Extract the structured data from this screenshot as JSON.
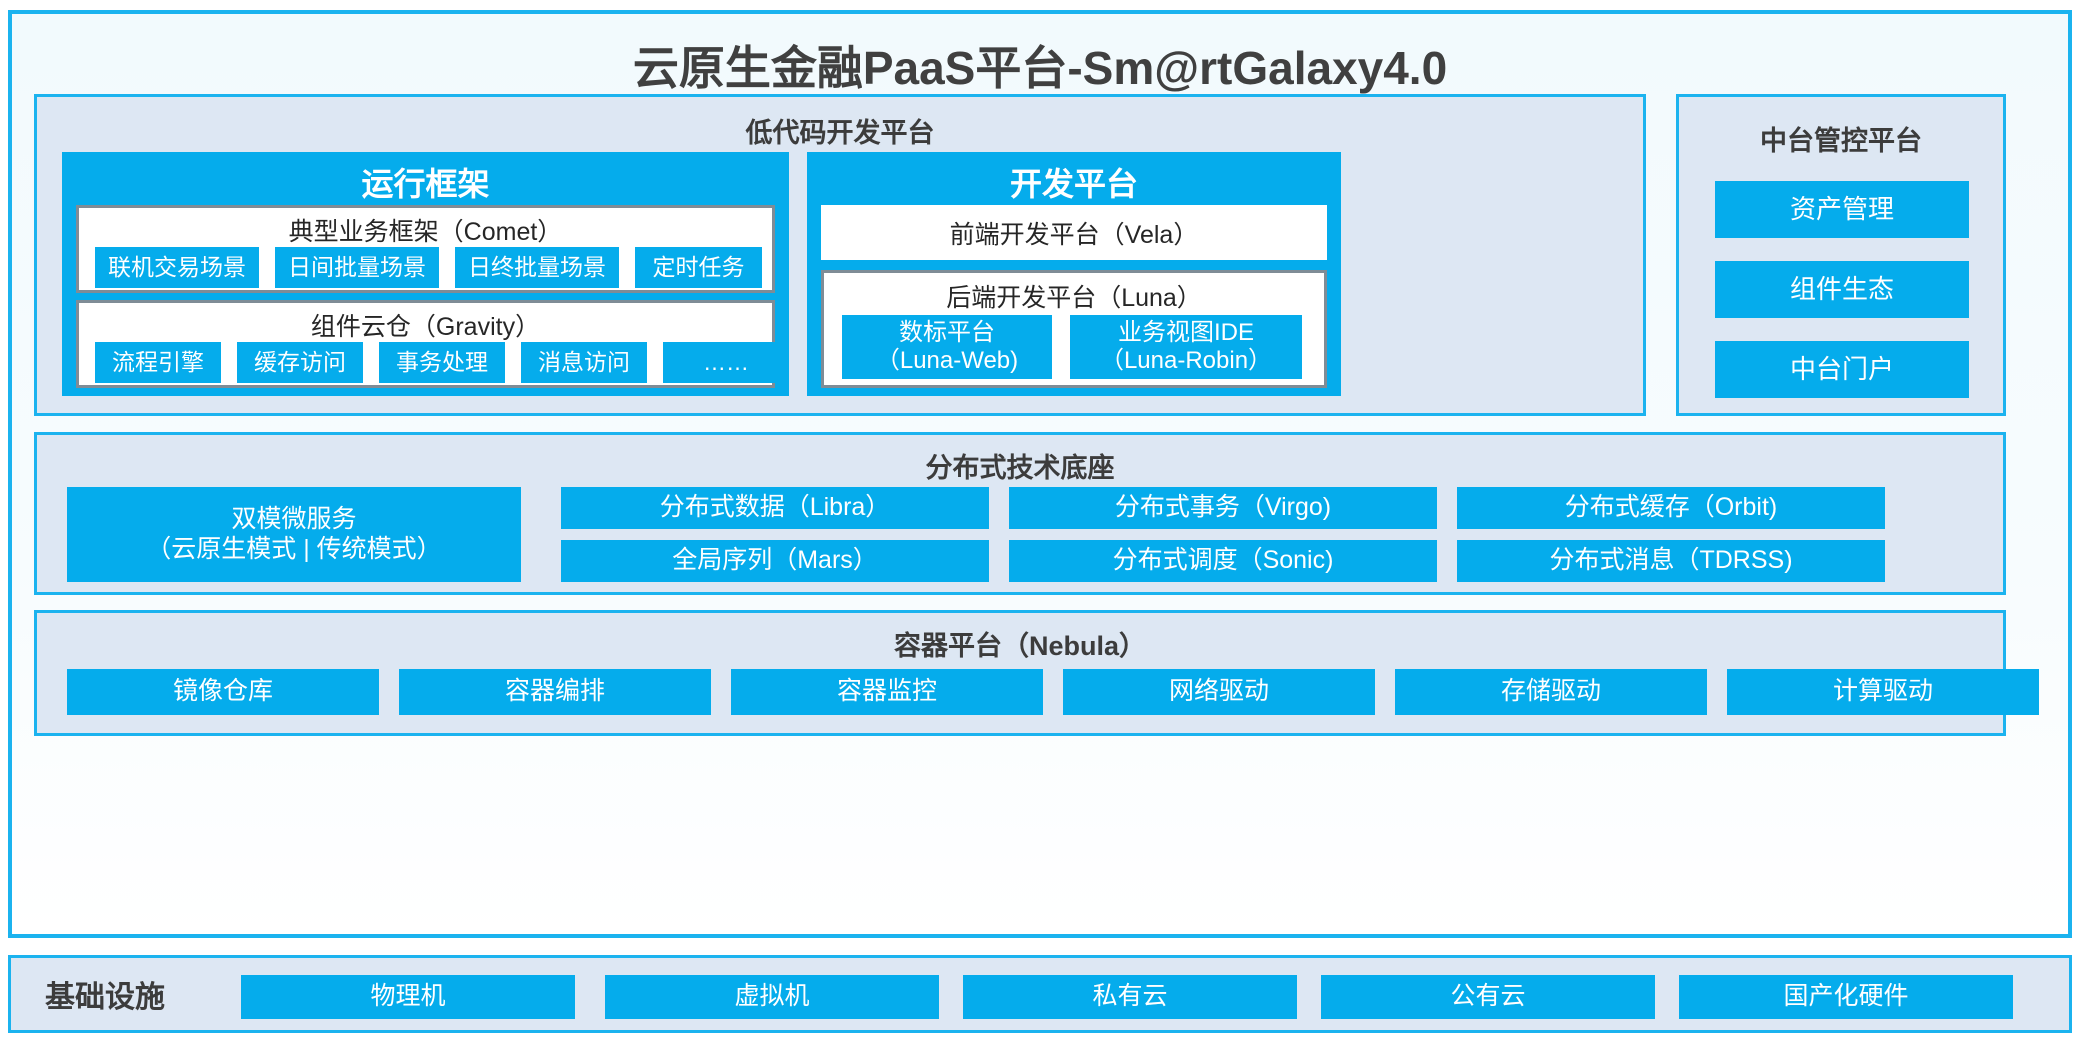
{
  "colors": {
    "accent_blue": "#05ACEC",
    "frame_blue": "#1BB3EF",
    "panel_bg": "#DDE7F3",
    "box_border_gray": "#7F8C96",
    "text_dark": "#3C3C3C",
    "page_bg": "#FFFFFF"
  },
  "title": "云原生金融PaaS平台-Sm@rtGalaxy4.0",
  "low_code": {
    "title": "低代码开发平台",
    "runtime": {
      "title": "运行框架",
      "comet": {
        "title": "典型业务框架（Comet）",
        "tiles": [
          "联机交易场景",
          "日间批量场景",
          "日终批量场景",
          "定时任务"
        ]
      },
      "gravity": {
        "title": "组件云仓（Gravity）",
        "tiles": [
          "流程引擎",
          "缓存访问",
          "事务处理",
          "消息访问",
          "……"
        ]
      }
    },
    "dev": {
      "title": "开发平台",
      "frontend": "前端开发平台（Vela）",
      "backend": {
        "title": "后端开发平台（Luna）",
        "tiles": [
          "数标平台\n（Luna-Web)",
          "业务视图IDE\n（Luna-Robin）"
        ]
      }
    }
  },
  "control_platform": {
    "title": "中台管控平台",
    "tiles": [
      "资产管理",
      "组件生态",
      "中台门户"
    ]
  },
  "distributed": {
    "title": "分布式技术底座",
    "microservice": "双模微服务\n（云原生模式 | 传统模式）",
    "grid": [
      [
        "分布式数据（Libra）",
        "分布式事务（Virgo)",
        "分布式缓存（Orbit)"
      ],
      [
        "全局序列（Mars）",
        "分布式调度（Sonic)",
        "分布式消息（TDRSS)"
      ]
    ]
  },
  "container": {
    "title": "容器平台（Nebula）",
    "tiles": [
      "镜像仓库",
      "容器编排",
      "容器监控",
      "网络驱动",
      "存储驱动",
      "计算驱动"
    ]
  },
  "infrastructure": {
    "label": "基础设施",
    "tiles": [
      "物理机",
      "虚拟机",
      "私有云",
      "公有云",
      "国产化硬件"
    ]
  }
}
